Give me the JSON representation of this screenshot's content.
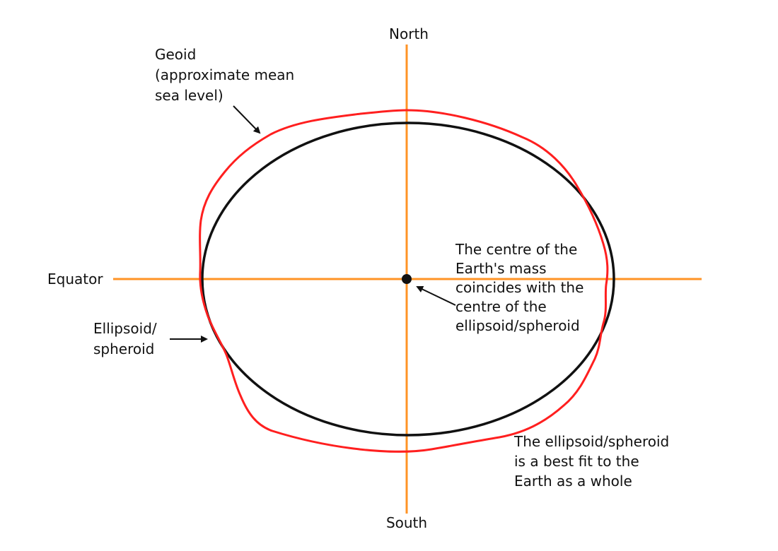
{
  "axes": {
    "north": "North",
    "south": "South",
    "equator": "Equator"
  },
  "labels": {
    "geoid": [
      "Geoid",
      "(approximate mean",
      "sea level)"
    ],
    "ellipsoid": [
      "Ellipsoid/",
      "spheroid"
    ],
    "centre_note": [
      "The centre of the",
      "Earth's mass",
      "coincides with the",
      "centre of the",
      "ellipsoid/spheroid"
    ],
    "best_fit_note": [
      "The ellipsoid/spheroid",
      "is a best fit to the",
      "Earth as a whole"
    ]
  },
  "colors": {
    "axes": "#ff9326",
    "geoid": "#ff1f1f",
    "ellipsoid": "#111111",
    "text": "#111111",
    "center_point": "#111111"
  }
}
